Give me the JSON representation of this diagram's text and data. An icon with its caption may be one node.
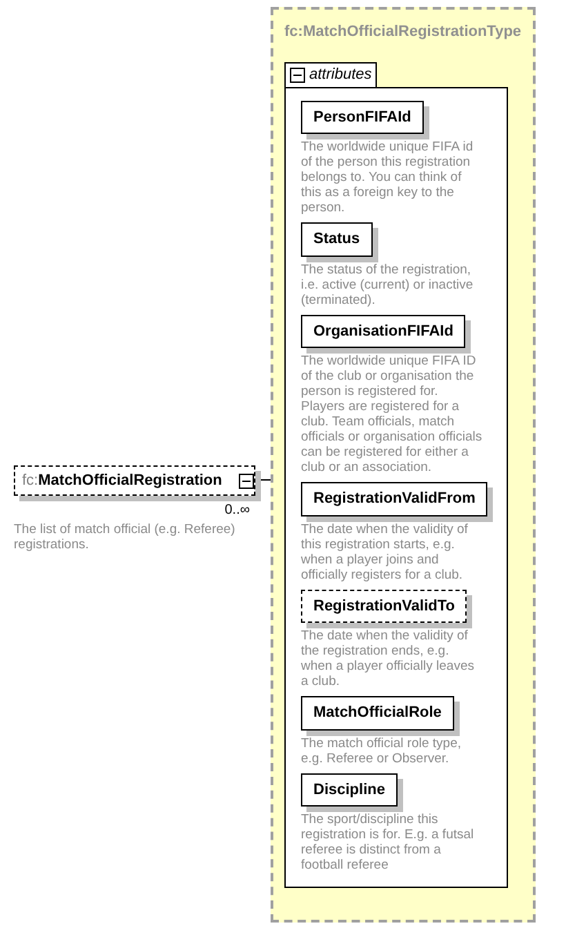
{
  "diagram": {
    "nodes": [
      {
        "text": [
          "fc:**MatchOfficialRegistration**"
        ],
        "beside": [
          "0..∞",
          "The list of match official (e.g. Referee) registrations."
        ]
      },
      {
        "text": [
          "fc:MatchOfficialRegistrationType"
        ]
      },
      {
        "text": [
          "attributes"
        ],
        "in": 1
      },
      {
        "text": [
          "PersonFIFAId"
        ],
        "in": 2,
        "beside": [
          "The worldwide unique FIFA id of the person this registration belongs to. You can think of this as a foreign key to the person."
        ]
      },
      {
        "text": [
          "Status"
        ],
        "in": 2,
        "beside": [
          "The status of the registration, i.e. active (current) or inactive (terminated)."
        ]
      },
      {
        "text": [
          "OrganisationFIFAId"
        ],
        "in": 2,
        "beside": [
          "The worldwide unique FIFA ID of the club or organisation the person is registered for. Players are registered for a club. Team officials, match officials or organisation officials can be registered for either a club or an association."
        ]
      },
      {
        "text": [
          "RegistrationValidFrom"
        ],
        "in": 2,
        "beside": [
          "The date when the validity of this registration starts, e.g. when a player joins and officially registers for a club."
        ]
      },
      {
        "text": [
          "RegistrationValidTo"
        ],
        "in": 2,
        "beside": [
          "The date when the validity of the registration ends, e.g. when a player officially leaves a club."
        ]
      },
      {
        "text": [
          "MatchOfficialRole"
        ],
        "in": 2,
        "beside": [
          "The match official role type, e.g. Referee or Observer."
        ]
      },
      {
        "text": [
          "Discipline"
        ],
        "in": 2,
        "beside": [
          "The sport/discipline this registration is for. E.g. a futsal referee is distinct from a football referee"
        ]
      }
    ],
    "edges": [
      {
        "from": 0,
        "to": 1,
        "arrow": "none"
      }
    ]
  }
}
